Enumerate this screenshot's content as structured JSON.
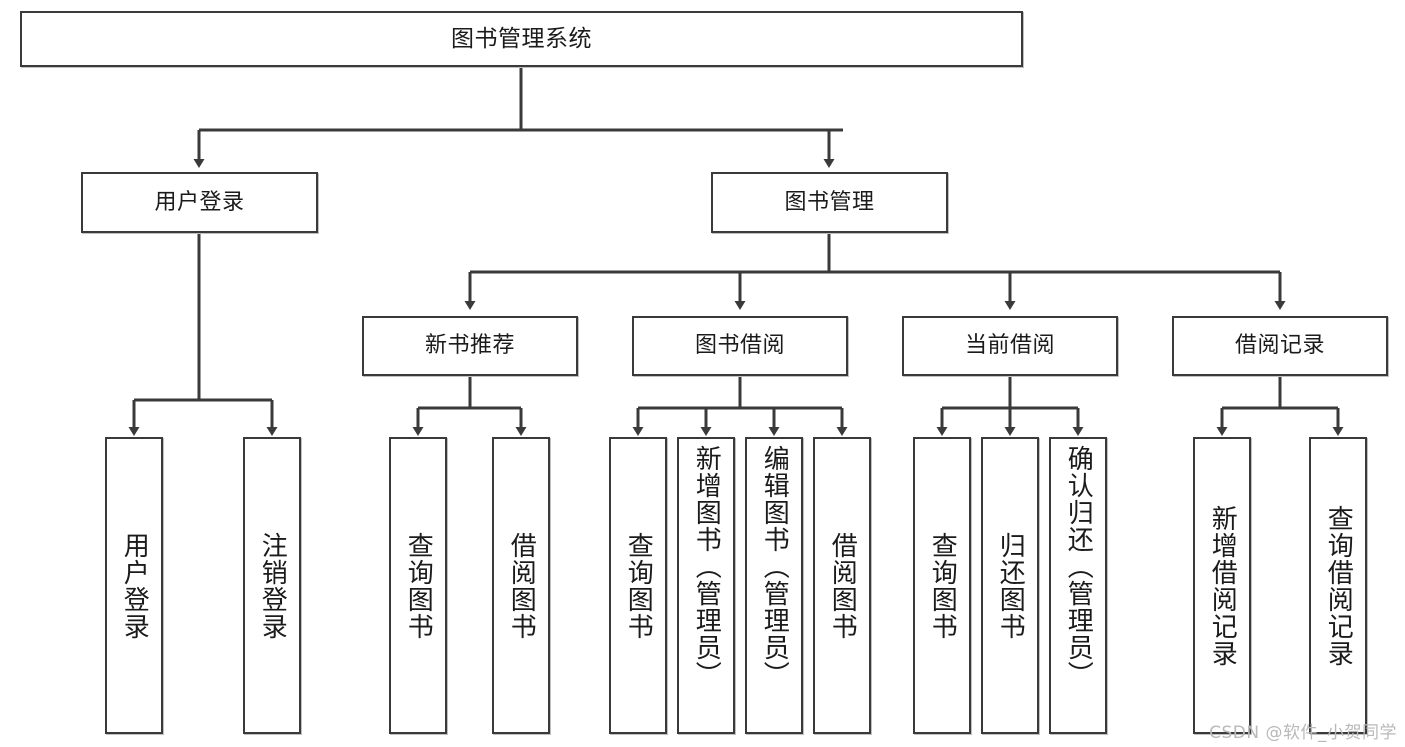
{
  "diagram": {
    "title": "图书管理系统",
    "type": "tree-hierarchy-diagram",
    "colors": {
      "box_border": "#3a3a3a",
      "box_fill": "#ffffff",
      "edge": "#3a3a3a",
      "text": "#1b1b1b",
      "watermark": "#b9b9b9",
      "background": "#ffffff"
    }
  },
  "nodes": {
    "root": {
      "label": "图书管理系统"
    },
    "level2": [
      {
        "id": "user-login",
        "label": "用户登录"
      },
      {
        "id": "book-management",
        "label": "图书管理"
      }
    ],
    "level3": [
      {
        "id": "new-book-recommend",
        "label": "新书推荐"
      },
      {
        "id": "book-borrow",
        "label": "图书借阅"
      },
      {
        "id": "current-borrow",
        "label": "当前借阅"
      },
      {
        "id": "borrow-record",
        "label": "借阅记录"
      }
    ],
    "leaves": {
      "user_login": [
        {
          "id": "leaf-user-login",
          "label": "用户登录"
        },
        {
          "id": "leaf-logout",
          "label": "注销登录"
        }
      ],
      "new_book_recommend": [
        {
          "id": "leaf-query-book-1",
          "label": "查询图书"
        },
        {
          "id": "leaf-borrow-book-1",
          "label": "借阅图书"
        }
      ],
      "book_borrow": [
        {
          "id": "leaf-query-book-2",
          "label": "查询图书"
        },
        {
          "id": "leaf-add-book",
          "label": "新增图书（管理员）"
        },
        {
          "id": "leaf-edit-book",
          "label": "编辑图书（管理员）"
        },
        {
          "id": "leaf-borrow-book-2",
          "label": "借阅图书"
        }
      ],
      "current_borrow": [
        {
          "id": "leaf-query-book-3",
          "label": "查询图书"
        },
        {
          "id": "leaf-return-book",
          "label": "归还图书"
        },
        {
          "id": "leaf-confirm-return",
          "label": "确认归还（管理员）"
        }
      ],
      "borrow_record": [
        {
          "id": "leaf-add-record",
          "label": "新增借阅记录"
        },
        {
          "id": "leaf-query-record",
          "label": "查询借阅记录"
        }
      ]
    }
  },
  "watermark": {
    "text": "CSDN @软件_小贺同学"
  }
}
